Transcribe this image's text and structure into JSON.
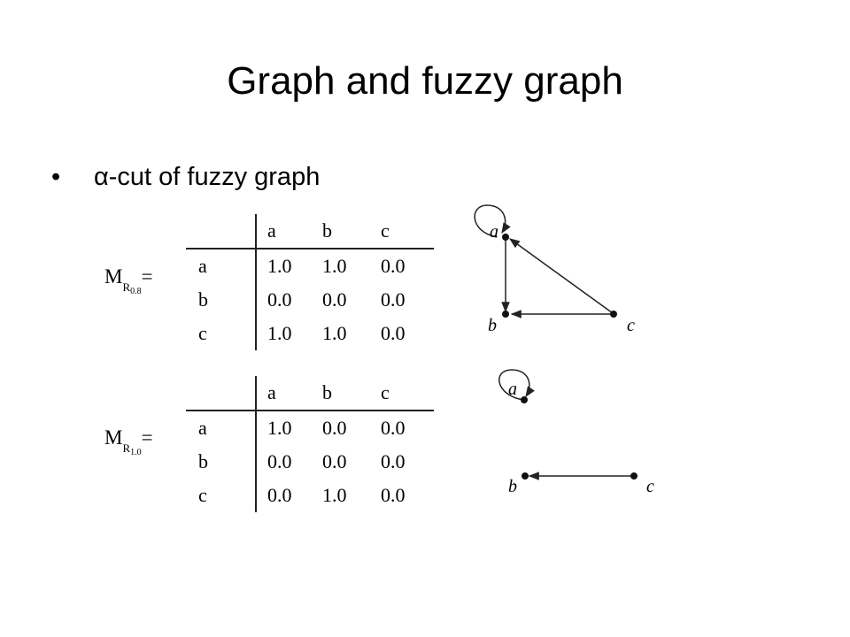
{
  "title": "Graph and fuzzy graph",
  "bullet": {
    "marker": "•",
    "text": "α-cut of fuzzy graph"
  },
  "matrices": [
    {
      "label_main": "M",
      "label_sub": "R",
      "label_subsub": "0.8",
      "label_eq": "=",
      "columns": [
        "a",
        "b",
        "c"
      ],
      "rows": [
        {
          "head": "a",
          "cells": [
            "1.0",
            "1.0",
            "0.0"
          ]
        },
        {
          "head": "b",
          "cells": [
            "0.0",
            "0.0",
            "0.0"
          ]
        },
        {
          "head": "c",
          "cells": [
            "1.0",
            "1.0",
            "0.0"
          ]
        }
      ]
    },
    {
      "label_main": "M",
      "label_sub": "R",
      "label_subsub": "1.0",
      "label_eq": "=",
      "columns": [
        "a",
        "b",
        "c"
      ],
      "rows": [
        {
          "head": "a",
          "cells": [
            "1.0",
            "0.0",
            "0.0"
          ]
        },
        {
          "head": "b",
          "cells": [
            "0.0",
            "0.0",
            "0.0"
          ]
        },
        {
          "head": "c",
          "cells": [
            "0.0",
            "1.0",
            "0.0"
          ]
        }
      ]
    }
  ],
  "graphs": [
    {
      "node_labels": {
        "a": "a",
        "b": "b",
        "c": "c"
      }
    },
    {
      "node_labels": {
        "a": "a",
        "b": "b",
        "c": "c"
      }
    }
  ]
}
